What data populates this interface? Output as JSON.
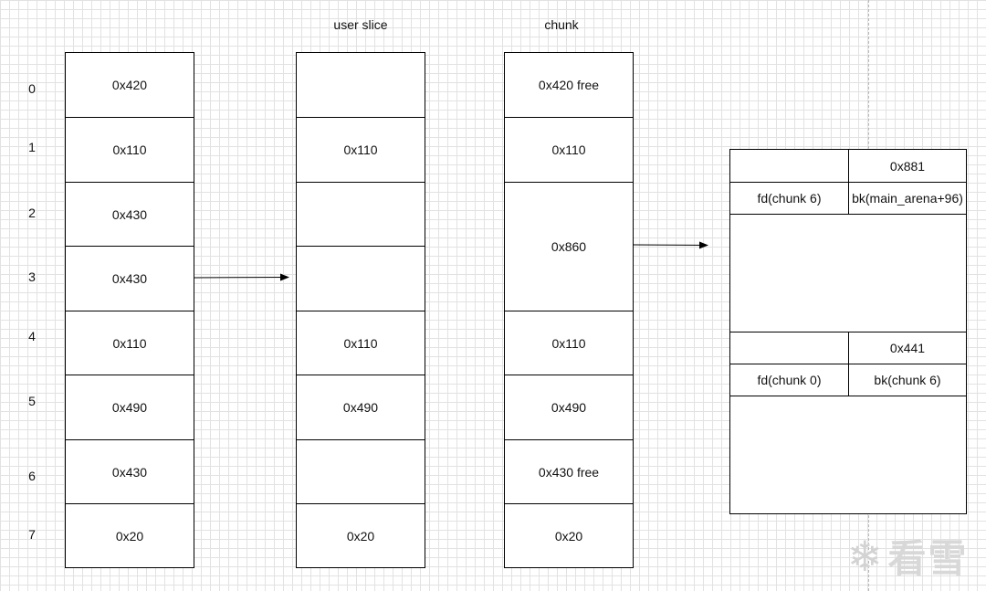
{
  "captions": {
    "user_slice": "user slice",
    "chunk": "chunk"
  },
  "row_indices": [
    "0",
    "1",
    "2",
    "3",
    "4",
    "5",
    "6",
    "7"
  ],
  "original": [
    "0x420",
    "0x110",
    "0x430",
    "0x430",
    "0x110",
    "0x490",
    "0x430",
    "0x20"
  ],
  "user_slice": [
    "",
    "0x110",
    "",
    "",
    "0x110",
    "0x490",
    "",
    "0x20"
  ],
  "chunk": [
    "0x420 free",
    "0x110",
    "0x860",
    "0x110",
    "0x490",
    "0x430 free",
    "0x20"
  ],
  "detail": {
    "header1": "0x881",
    "fd1": "fd(chunk 6)",
    "bk1": "bk(main_arena+96)",
    "header2": "0x441",
    "fd2": "fd(chunk 0)",
    "bk2": "bk(chunk 6)"
  },
  "watermark": {
    "icon": "snowflake-icon",
    "text": "看雪"
  }
}
